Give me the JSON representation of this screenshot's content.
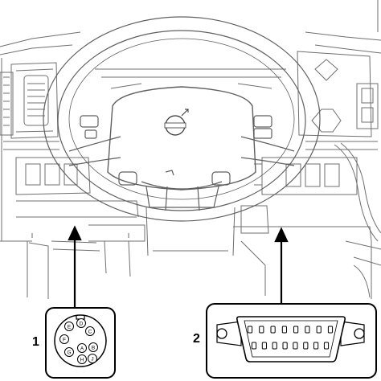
{
  "callouts": [
    {
      "number": "1",
      "connector": "round-9-pin-deutsch-diagnostic-connector"
    },
    {
      "number": "2",
      "connector": "obd-ii-16-pin-connector"
    }
  ],
  "pin_letters": [
    "A",
    "B",
    "C",
    "D",
    "E",
    "F",
    "G",
    "H",
    "J"
  ],
  "obd_pin_count": 16,
  "colors": {
    "line": "#6a6a6a",
    "ink": "#000000",
    "background": "#ffffff"
  },
  "icons": {
    "logo": "volvo-logo"
  }
}
